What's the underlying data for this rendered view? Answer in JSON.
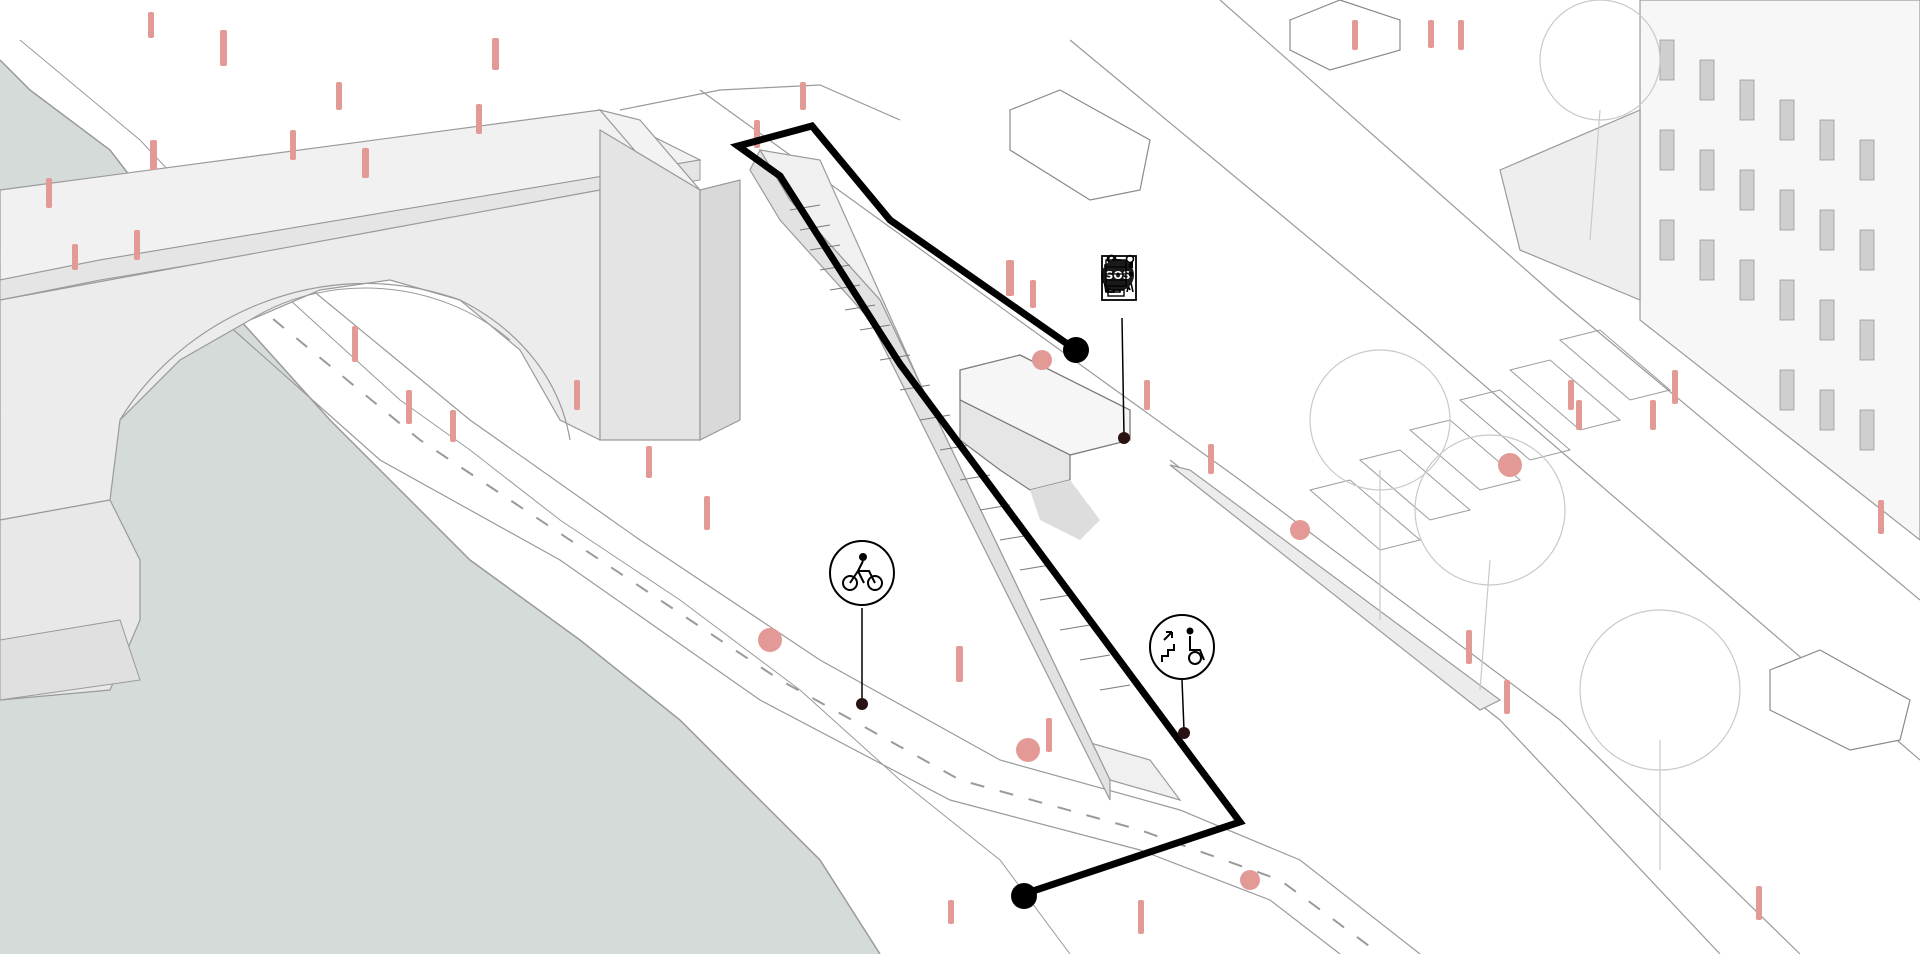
{
  "diagram": {
    "colors": {
      "background": "#ffffff",
      "water": "#d5dbd9",
      "structure_fill": "#eeeeee",
      "structure_shade": "#e2e2e2",
      "linework": "#9a9a9a",
      "people": "#e39a96",
      "route": "#000000",
      "marker": "#2a1212",
      "tree": "#c9c9c9"
    },
    "route": {
      "name": "accessible-route"
    },
    "callouts": [
      {
        "id": "cycle",
        "icon": "bicycle-icon"
      },
      {
        "id": "access",
        "icon": "stairs-wheelchair-icon"
      },
      {
        "id": "services",
        "icon": "amenities-row"
      }
    ],
    "amenities": [
      {
        "icon": "elderly-person-icon"
      },
      {
        "icon": "baby-changing-icon"
      },
      {
        "icon": "male-restroom-icon"
      },
      {
        "icon": "female-restroom-icon"
      },
      {
        "icon": "wheelchair-icon"
      },
      {
        "icon": "water-fountain-icon"
      },
      {
        "icon": "sos-icon",
        "label": "SOS"
      },
      {
        "icon": "vending-machine-icon"
      }
    ]
  }
}
